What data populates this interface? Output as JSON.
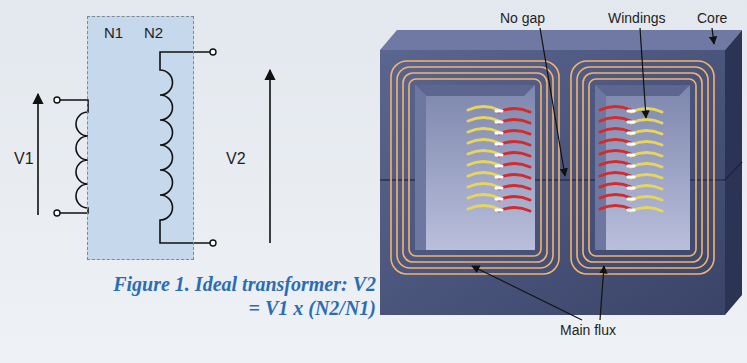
{
  "diagram": {
    "caption": "Figure 1. Ideal transformer: V2 = V1 x (N2/N1)",
    "nodes": [
      {
        "text": [
          "N1",
          "N2"
        ]
      }
    ],
    "labels": [
      "V1",
      "V2",
      "No gap",
      "Windings",
      "Core",
      "Main flux"
    ]
  }
}
